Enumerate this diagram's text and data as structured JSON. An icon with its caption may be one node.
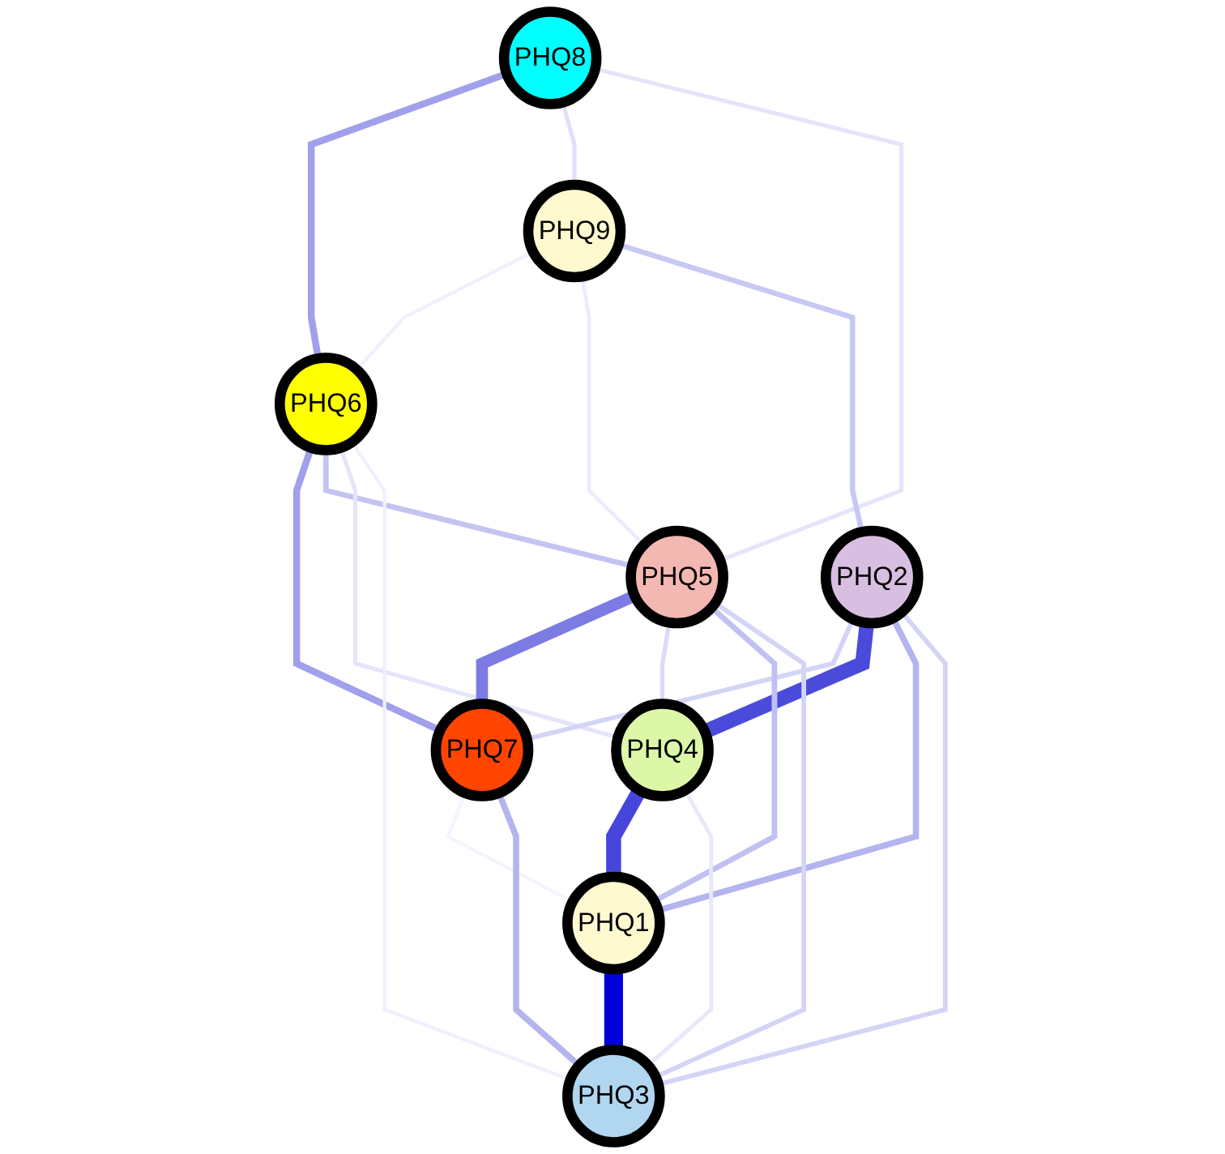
{
  "diagram": {
    "nodes": [
      {
        "text": [
          "PHQ8"
        ]
      },
      {
        "text": [
          "PHQ9"
        ]
      },
      {
        "text": [
          "PHQ6"
        ]
      },
      {
        "text": [
          "PHQ2"
        ]
      },
      {
        "text": [
          "PHQ5"
        ]
      },
      {
        "text": [
          "PHQ7"
        ]
      },
      {
        "text": [
          "PHQ4"
        ]
      },
      {
        "text": [
          "PHQ1"
        ]
      },
      {
        "text": [
          "PHQ3"
        ]
      }
    ],
    "edges": [
      {
        "from": 0,
        "to": 2,
        "arrow": "none",
        "color": "#a0a0ec"
      },
      {
        "from": 0,
        "to": 1,
        "arrow": "none",
        "color": "#e0e0fa"
      },
      {
        "from": 0,
        "to": 4,
        "arrow": "none",
        "color": "#e4e4fa"
      },
      {
        "from": 1,
        "to": 2,
        "arrow": "none",
        "color": "#f0f0fd"
      },
      {
        "from": 1,
        "to": 4,
        "arrow": "none",
        "color": "#ececfc"
      },
      {
        "from": 1,
        "to": 3,
        "arrow": "none",
        "color": "#c8c8f5"
      },
      {
        "from": 2,
        "to": 5,
        "arrow": "none",
        "color": "#a0a0ec"
      },
      {
        "from": 2,
        "to": 4,
        "arrow": "none",
        "color": "#c4c4f3"
      },
      {
        "from": 2,
        "to": 6,
        "arrow": "none",
        "color": "#e4e4fa"
      },
      {
        "from": 2,
        "to": 8,
        "arrow": "none",
        "color": "#f0f0fd"
      },
      {
        "from": 3,
        "to": 5,
        "arrow": "none",
        "color": "#d4d4f7"
      },
      {
        "from": 3,
        "to": 6,
        "arrow": "none",
        "style": "thick",
        "color": "#4b4bdb"
      },
      {
        "from": 3,
        "to": 7,
        "arrow": "none",
        "color": "#b4b4f0"
      },
      {
        "from": 3,
        "to": 8,
        "arrow": "none",
        "color": "#d4d4f7"
      },
      {
        "from": 4,
        "to": 5,
        "arrow": "none",
        "style": "thick",
        "color": "#7b7be3"
      },
      {
        "from": 4,
        "to": 6,
        "arrow": "none",
        "color": "#dcdcf8"
      },
      {
        "from": 4,
        "to": 7,
        "arrow": "none",
        "color": "#c0c0f2"
      },
      {
        "from": 4,
        "to": 8,
        "arrow": "none",
        "color": "#d4d4f7"
      },
      {
        "from": 5,
        "to": 7,
        "arrow": "none",
        "color": "#f4f4fe"
      },
      {
        "from": 5,
        "to": 8,
        "arrow": "none",
        "color": "#b4b4f0"
      },
      {
        "from": 6,
        "to": 7,
        "arrow": "none",
        "style": "thick",
        "color": "#4646dd"
      },
      {
        "from": 6,
        "to": 8,
        "arrow": "none",
        "color": "#e8e8fa"
      },
      {
        "from": 7,
        "to": 8,
        "arrow": "none",
        "style": "thick",
        "color": "#0000d8"
      }
    ]
  }
}
